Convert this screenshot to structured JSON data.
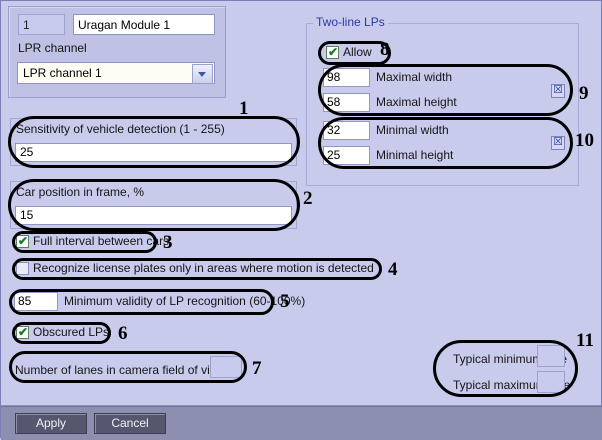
{
  "window": {
    "background": "#c9cbec",
    "footer_background": "#8d8fb0"
  },
  "module_panel": {
    "id_value": "1",
    "name_value": "Uragan Module 1",
    "channel_label": "LPR channel",
    "channel_value": "LPR channel 1",
    "dropdown_icon": "chevron-down-icon"
  },
  "two_line_group": {
    "title": "Two-line LPs",
    "title_color": "#2b39a8",
    "allow": {
      "label": "Allow",
      "checked": true
    },
    "fields": [
      {
        "value": "98",
        "label": "Maximal width"
      },
      {
        "value": "58",
        "label": "Maximal height"
      },
      {
        "value": "32",
        "label": "Minimal width"
      },
      {
        "value": "25",
        "label": "Minimal height"
      }
    ],
    "clear_button_glyph": "☒"
  },
  "settings": {
    "sensitivity": {
      "label": "Sensitivity of vehicle detection (1 - 255)",
      "value": "25"
    },
    "car_position": {
      "label": "Car position in frame, %",
      "value": "15"
    },
    "full_interval": {
      "label": "Full interval between cars",
      "checked": true
    },
    "recognize_motion": {
      "label": "Recognize license plates only in areas where motion is detected",
      "checked": false
    },
    "min_validity": {
      "value": "85",
      "label": "Minimum validity of LP recognition (60-100%)"
    },
    "obscured": {
      "label": "Obscured LPs",
      "checked": true
    },
    "lanes": {
      "label": "Number of lanes in camera field of view",
      "value": ""
    }
  },
  "typical_size": {
    "minimum": {
      "label": "Typical minimum size",
      "value": ""
    },
    "maximum": {
      "label": "Typical maximum size",
      "value": ""
    }
  },
  "footer": {
    "apply_label": "Apply",
    "cancel_label": "Cancel"
  },
  "annotations": {
    "n1": "1",
    "n2": "2",
    "n3": "3",
    "n4": "4",
    "n5": "5",
    "n6": "6",
    "n7": "7",
    "n8": "8",
    "n9": "9",
    "n10": "10",
    "n11": "11"
  }
}
